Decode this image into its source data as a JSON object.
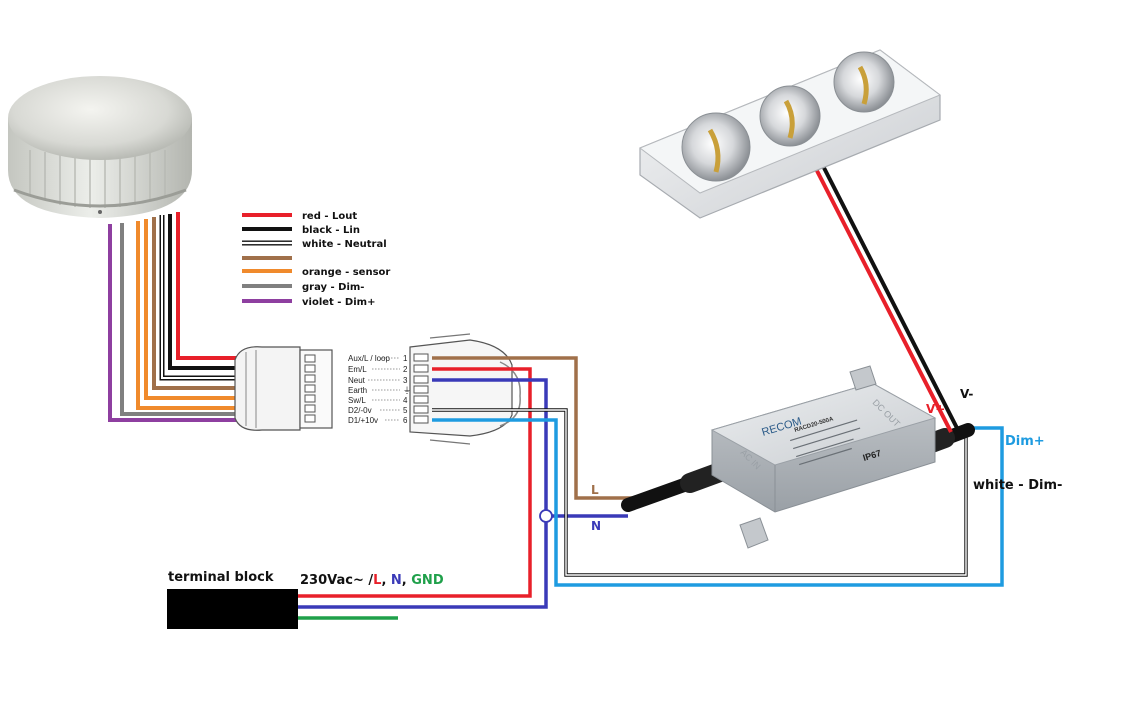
{
  "legend": {
    "items": [
      {
        "color": "#e8202a",
        "text": "red - Lout"
      },
      {
        "color": "#111111",
        "text": "black - Lin"
      },
      {
        "color": "#ffffff",
        "text": "white - Neutral"
      },
      {
        "color": "#a0704a",
        "text": ""
      },
      {
        "color": "#f08a2c",
        "text": "orange - sensor"
      },
      {
        "color": "#808080",
        "text": "gray - Dim-"
      },
      {
        "color": "#8e3fa0",
        "text": "violet - Dim+"
      }
    ]
  },
  "connector": {
    "pins": [
      {
        "label": "Aux/L / loop",
        "num": "1"
      },
      {
        "label": "Em/L",
        "num": "2"
      },
      {
        "label": "Neut",
        "num": "3"
      },
      {
        "label": "Earth",
        "num": "⏚"
      },
      {
        "label": "Sw/L",
        "num": "4"
      },
      {
        "label": "D2/-0v",
        "num": "5"
      },
      {
        "label": "D1/+10v",
        "num": "6"
      }
    ]
  },
  "labels": {
    "terminal_block": "terminal block",
    "supply_prefix": "230Vac~ /",
    "supply_l": "L",
    "supply_sep1": ", ",
    "supply_n": "N",
    "supply_sep2": ", ",
    "supply_gnd": "GND",
    "l": "L",
    "n": "N",
    "v_plus": "V+",
    "v_minus": "V-",
    "dim_plus": "Dim+",
    "white_dim_minus": "white - Dim-"
  },
  "driver": {
    "brand": "RECOM",
    "model": "RACD20-500A",
    "rating": "IP67",
    "ac_in": "AC IN",
    "dc_out": "DC OUT"
  },
  "colors": {
    "red": "#e8202a",
    "black": "#111111",
    "brown": "#a0704a",
    "orange": "#f08a2c",
    "gray": "#808080",
    "violet": "#8e3fa0",
    "blue": "#3a3ab8",
    "light_blue": "#1e9be0",
    "green": "#1fa04a"
  }
}
